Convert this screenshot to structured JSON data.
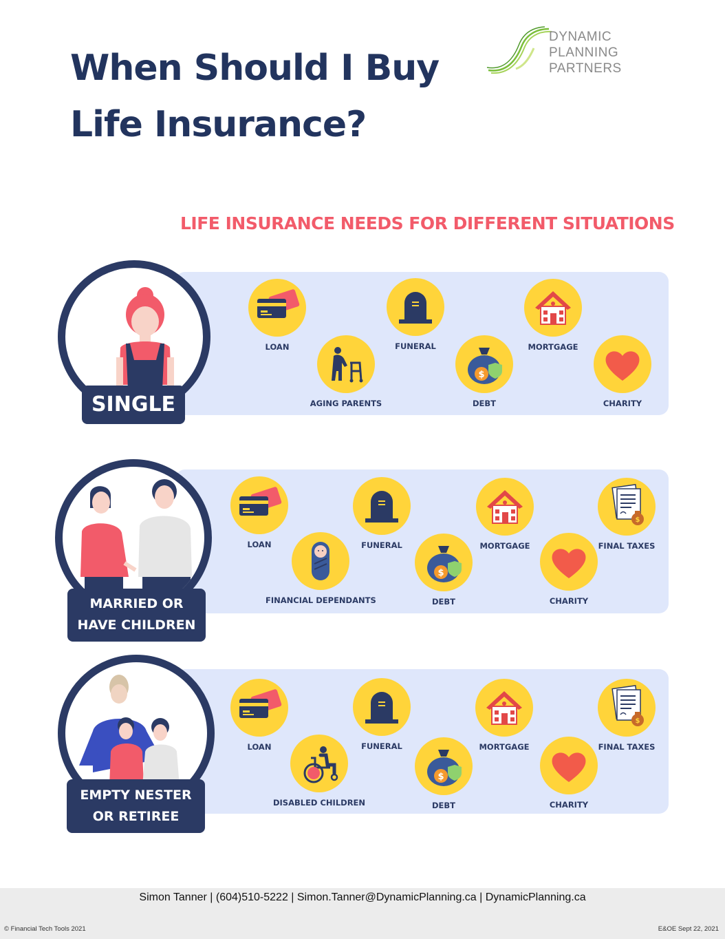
{
  "header": {
    "title_line1": "When Should I Buy",
    "title_line2": "Life Insurance?",
    "logo_line1": "DYNAMIC",
    "logo_line2": "PLANNING",
    "logo_line3": "PARTNERS"
  },
  "subtitle": "LIFE INSURANCE NEEDS FOR DIFFERENT SITUATIONS",
  "colors": {
    "navy": "#2b3a64",
    "coral": "#f25b6a",
    "yellow": "#ffd43a",
    "panel": "#dfe7fb"
  },
  "sections": [
    {
      "label_line1": "SINGLE",
      "label_line2": "",
      "items": [
        {
          "label": "LOAN",
          "icon": "credit-card-icon"
        },
        {
          "label": "AGING PARENTS",
          "icon": "elderly-walker-icon"
        },
        {
          "label": "FUNERAL",
          "icon": "tombstone-icon"
        },
        {
          "label": "DEBT",
          "icon": "money-bag-icon"
        },
        {
          "label": "MORTGAGE",
          "icon": "house-icon"
        },
        {
          "label": "CHARITY",
          "icon": "heart-icon"
        }
      ]
    },
    {
      "label_line1": "MARRIED OR",
      "label_line2": "HAVE CHILDREN",
      "items": [
        {
          "label": "LOAN",
          "icon": "credit-card-icon"
        },
        {
          "label": "FINANCIAL DEPENDANTS",
          "icon": "baby-icon"
        },
        {
          "label": "FUNERAL",
          "icon": "tombstone-icon"
        },
        {
          "label": "DEBT",
          "icon": "money-bag-icon"
        },
        {
          "label": "MORTGAGE",
          "icon": "house-icon"
        },
        {
          "label": "CHARITY",
          "icon": "heart-icon"
        },
        {
          "label": "FINAL TAXES",
          "icon": "tax-document-icon"
        }
      ]
    },
    {
      "label_line1": "EMPTY NESTER",
      "label_line2": "OR RETIREE",
      "items": [
        {
          "label": "LOAN",
          "icon": "credit-card-icon"
        },
        {
          "label": "DISABLED CHILDREN",
          "icon": "wheelchair-icon"
        },
        {
          "label": "FUNERAL",
          "icon": "tombstone-icon"
        },
        {
          "label": "DEBT",
          "icon": "money-bag-icon"
        },
        {
          "label": "MORTGAGE",
          "icon": "house-icon"
        },
        {
          "label": "CHARITY",
          "icon": "heart-icon"
        },
        {
          "label": "FINAL TAXES",
          "icon": "tax-document-icon"
        }
      ]
    }
  ],
  "footer": {
    "contact": "Simon Tanner | (604)510-5222 | Simon.Tanner@DynamicPlanning.ca | DynamicPlanning.ca",
    "copyright": "© Financial Tech Tools 2021",
    "date_note": "E&OE Sept 22, 2021"
  }
}
